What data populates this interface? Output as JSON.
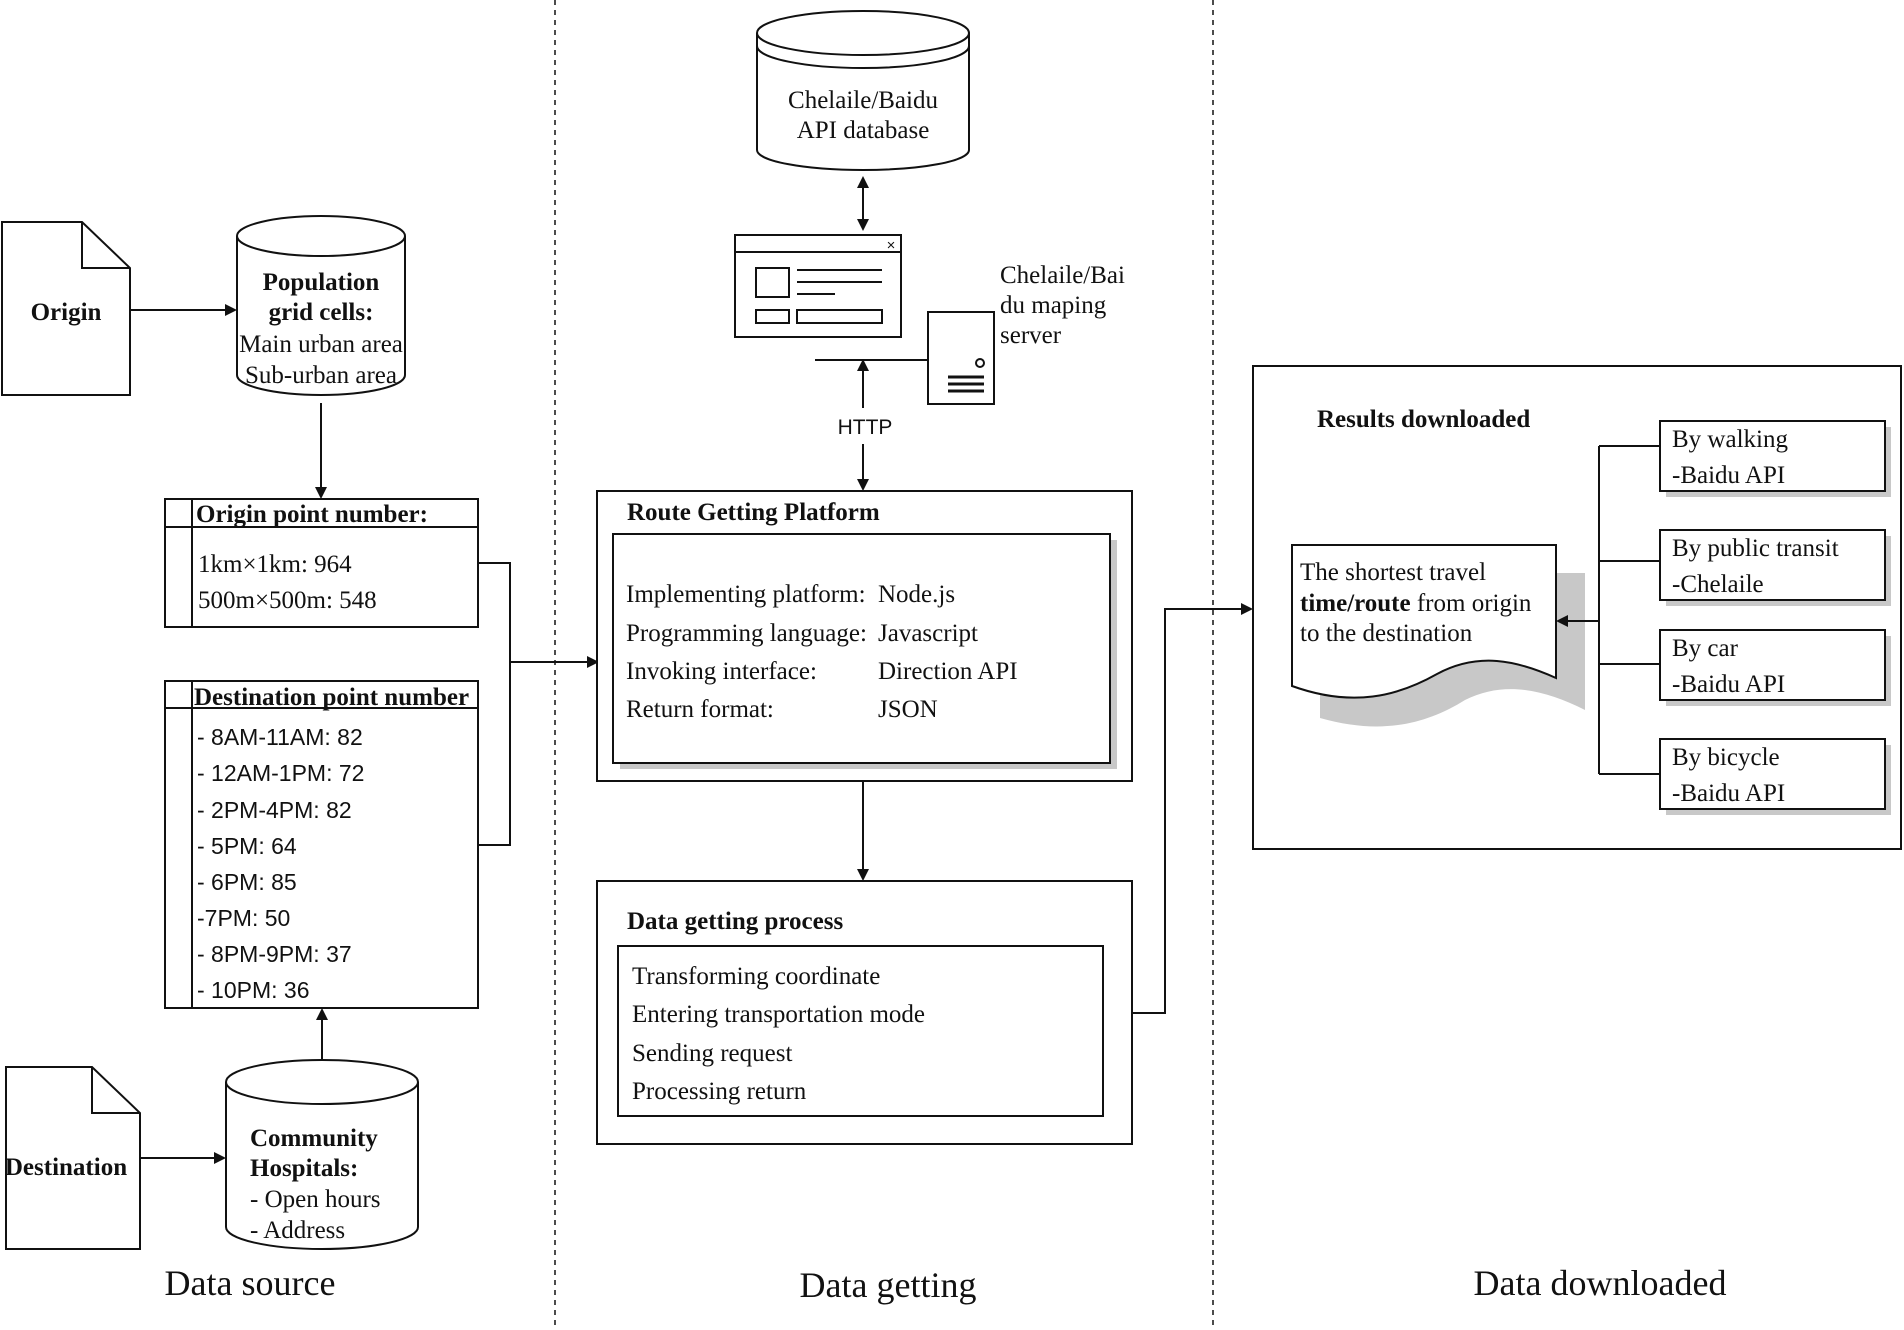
{
  "sections": {
    "source": "Data source",
    "getting": "Data getting",
    "downloaded": "Data downloaded"
  },
  "origin_doc": "Origin",
  "destination_doc": "Destination",
  "population_db": {
    "line1": "Population",
    "line2": "grid cells:",
    "line3": "Main urban area",
    "line4": "Sub-urban area"
  },
  "origin_points": {
    "title": "Origin point number:",
    "rows": [
      "1km×1km: 964",
      "500m×500m: 548"
    ]
  },
  "destination_points": {
    "title": "Destination point number",
    "rows": [
      "- 8AM-11AM: 82",
      "- 12AM-1PM: 72",
      "- 2PM-4PM: 82",
      "- 5PM: 64",
      "- 6PM: 85",
      "-7PM: 50",
      "- 8PM-9PM: 37",
      "- 10PM: 36"
    ]
  },
  "hospital_db": {
    "line1": "Community",
    "line2": "Hospitals:",
    "line3": "- Open hours",
    "line4": "- Address"
  },
  "api_db": {
    "line1": "Chelaile/Baidu",
    "line2": "API database"
  },
  "server_label": {
    "line1": "Chelaile/Bai",
    "line2": "du maping",
    "line3": "server"
  },
  "http_label": "HTTP",
  "browser_close": "×",
  "route_platform": {
    "title": "Route Getting Platform",
    "rows": [
      {
        "key": "Implementing platform:",
        "value": "Node.js"
      },
      {
        "key": "Programming language:",
        "value": "Javascript"
      },
      {
        "key": "Invoking interface:",
        "value": "Direction API"
      },
      {
        "key": "Return format:",
        "value": "JSON"
      }
    ]
  },
  "data_process": {
    "title": "Data getting process",
    "steps": [
      "Transforming coordinate",
      "Entering transportation mode",
      "Sending request",
      "Processing return"
    ]
  },
  "results": {
    "title": "Results downloaded",
    "doc_line1": "The shortest travel",
    "doc_line2_bold": "time/route",
    "doc_line2_rest": " from origin",
    "doc_line3": "to the destination",
    "modes": [
      {
        "name": "By walking",
        "api": "-Baidu API"
      },
      {
        "name": "By public transit",
        "api": "-Chelaile"
      },
      {
        "name": "By car",
        "api": "-Baidu API"
      },
      {
        "name": "By bicycle",
        "api": "-Baidu API"
      }
    ]
  }
}
